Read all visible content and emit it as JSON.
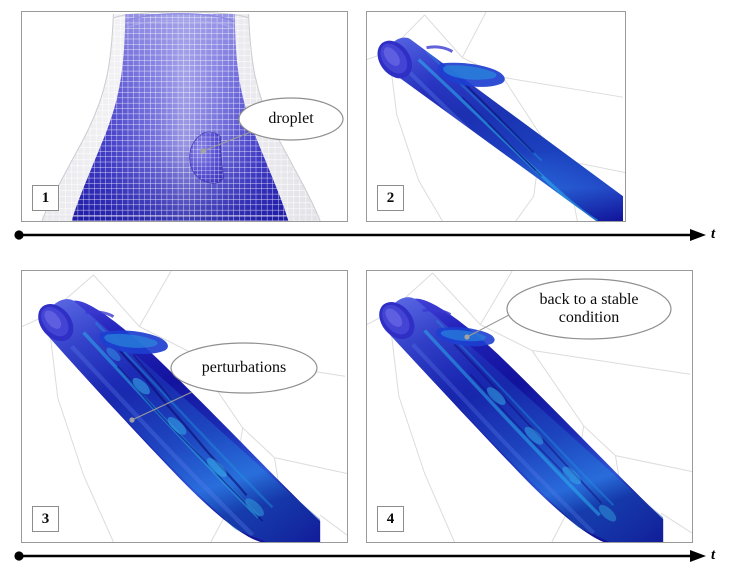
{
  "figure": {
    "type": "simulation-time-sequence",
    "background": "#ffffff",
    "panel_border_color": "#9a9a9a",
    "jet_colors": {
      "deep_blue": "#1414a8",
      "navy": "#0d0d7a",
      "mid_blue": "#2424c8",
      "cyan_highlight": "#29b6e8",
      "light_blue": "#6f8fe8",
      "mesh_violet": "#6a5fd0",
      "mesh_gray": "#d8d8dc",
      "domain_line": "#d6d6d6"
    }
  },
  "panels": [
    {
      "number": "1",
      "caption_note": "nozzle mesh view with droplet",
      "callout": {
        "text": "droplet"
      }
    },
    {
      "number": "2",
      "caption_note": "inclined jet with surface protrusion",
      "callout": null
    },
    {
      "number": "3",
      "caption_note": "inclined jet showing surface perturbations",
      "callout": {
        "text": "perturbations"
      }
    },
    {
      "number": "4",
      "caption_note": "inclined jet recovered",
      "callout": {
        "text": "back to a stable\ncondition"
      }
    }
  ],
  "time_axes": [
    {
      "label": "t"
    },
    {
      "label": "t"
    }
  ]
}
